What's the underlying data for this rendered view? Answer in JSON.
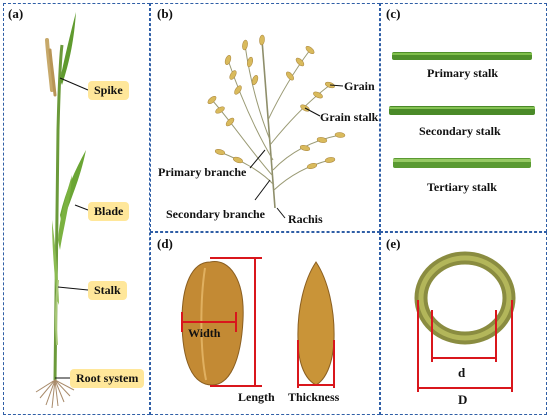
{
  "figure": {
    "panels": {
      "a": {
        "label": "(a)",
        "callouts": [
          "Spike",
          "Blade",
          "Stalk",
          "Root system"
        ]
      },
      "b": {
        "label": "(b)",
        "labels": [
          "Grain",
          "Grain stalk",
          "Primary branche",
          "Secondary branche",
          "Rachis"
        ]
      },
      "c": {
        "label": "(c)",
        "stalks": [
          "Primary stalk",
          "Secondary stalk",
          "Tertiary stalk"
        ]
      },
      "d": {
        "label": "(d)",
        "labels": [
          "Width",
          "Length",
          "Thickness"
        ]
      },
      "e": {
        "label": "(e)",
        "labels": [
          "d",
          "D"
        ]
      }
    },
    "colors": {
      "panel_border": "#2f5ea6",
      "callout_bg": "#ffe79a",
      "measure_line": "#d9161c",
      "stalk_green": "#4f8f2a",
      "grain_gold": "#c8902e"
    }
  }
}
